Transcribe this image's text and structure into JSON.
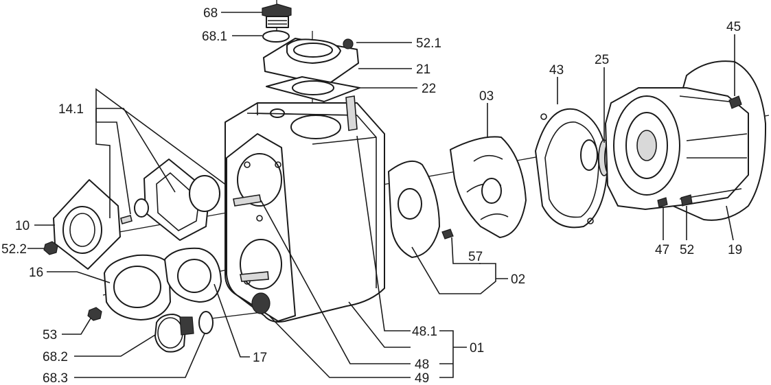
{
  "labels": {
    "p68": "68",
    "p68_1": "68.1",
    "p52_1": "52.1",
    "p21": "21",
    "p22": "22",
    "p14_1": "14.1",
    "p03": "03",
    "p43": "43",
    "p25": "25",
    "p45": "45",
    "p10": "10",
    "p52_2": "52.2",
    "p16": "16",
    "p53": "53",
    "p68_2": "68.2",
    "p68_3": "68.3",
    "p17": "17",
    "p57": "57",
    "p02": "02",
    "p47": "47",
    "p52": "52",
    "p19": "19",
    "p48_1": "48.1",
    "p01": "01",
    "p48": "48",
    "p49": "49"
  }
}
